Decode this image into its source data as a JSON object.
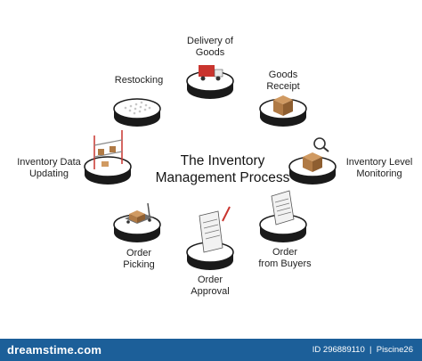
{
  "title": "The Inventory\nManagement Process",
  "steps": [
    {
      "label": "Delivery of\nGoods"
    },
    {
      "label": "Goods\nReceipt"
    },
    {
      "label": "Inventory Level\nMonitoring"
    },
    {
      "label": "Order\nfrom Buyers"
    },
    {
      "label": "Order\nApproval"
    },
    {
      "label": "Order\nPicking"
    },
    {
      "label": "Inventory Data\nUpdating"
    },
    {
      "label": "Restocking"
    }
  ],
  "footer": {
    "logo": "dreamstime.com",
    "id_text": "ID 296889110",
    "author": "Piscine26"
  },
  "colors": {
    "footer_bg": "#1c5f99",
    "platform_top": "#ffffff",
    "platform_side": "#1a1a1a",
    "box_brown": "#b07a45",
    "truck_red": "#c9342e"
  }
}
